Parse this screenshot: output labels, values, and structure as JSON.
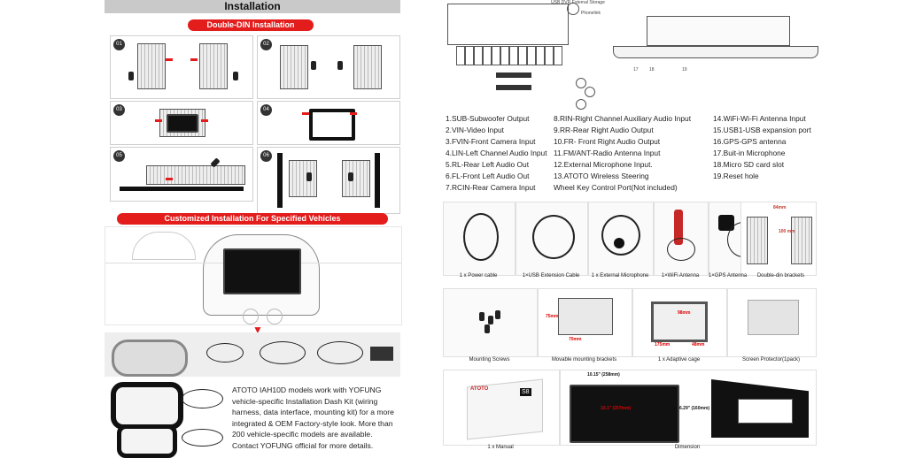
{
  "left": {
    "title": "Installation",
    "double_din_title": "Double-DIN Installation",
    "steps": [
      "01",
      "02",
      "03",
      "04",
      "05",
      "06"
    ],
    "custom_title": "Customized Installation For Specified Vehicles",
    "kit_description": "ATOTO IAH10D models work with YOFUNG vehicle-specific Installation Dash Kit  (wiring harness, data interface, mounting kit) for a more integrated  & OEM Factory-style look. More than 200 vehicle-specific models are available. Contact YOFUNG official for more details."
  },
  "right": {
    "diagram_labels": {
      "usb_dvr": "USB DVR",
      "external_storage": "External Storage",
      "phone_link": "Phonelink",
      "bottom_17": "17",
      "bottom_18": "18",
      "bottom_19": "19"
    },
    "ports_col1": [
      "1.SUB-Subwoofer Output",
      "2.VIN-Video Input",
      "3.FVIN-Front Camera Input",
      "4.LIN-Left Channel Audio Input",
      "5.RL-Rear Left Audio Out",
      "6.FL-Front Left Audio Out",
      "7.RCIN-Rear Camera Input"
    ],
    "ports_col2": [
      "8.RIN-Right Channel Auxiliary  Audio Input",
      "9.RR-Rear Right  Audio Output",
      "10.FR- Front Right  Audio Output",
      "11.FM/ANT-Radio  Antenna Input",
      "12.External Microphone Input.",
      "13.ATOTO Wireless Steering",
      " Wheel Key Control Port(Not included)"
    ],
    "ports_col3": [
      "14.WiFi-Wi-Fi Antenna Input",
      "15.USB1-USB expansion port",
      "16.GPS-GPS antenna",
      "17.Buit-in Microphone",
      "18.Micro SD card slot",
      "19.Reset hole"
    ],
    "accessories_row1": [
      "1 x Power cable",
      "1×USB Extension Cable",
      "1 x External Microphone",
      "1×WiFi Antenna",
      "1×GPS Antenna",
      "Double-din brackets"
    ],
    "accessories_row2": [
      "Mounting Screws",
      "Movable mounting brackets",
      "1 x Adaptive cage",
      "Screen Protector(1pack)"
    ],
    "accessories_row3": [
      "1 x Manual",
      "Dimension"
    ],
    "dims": {
      "d84": "84mm",
      "d100": "100 mm",
      "d75": "75mm",
      "d70": "70mm",
      "d98": "98mm",
      "d175": "175mm",
      "d48": "48mm",
      "width": "10.15\" (258mm)",
      "diag": "10.1\" (257mm)",
      "height": "6.29\" (160mm)",
      "manual_brand": "ATOTO",
      "manual_model": "S8"
    }
  }
}
